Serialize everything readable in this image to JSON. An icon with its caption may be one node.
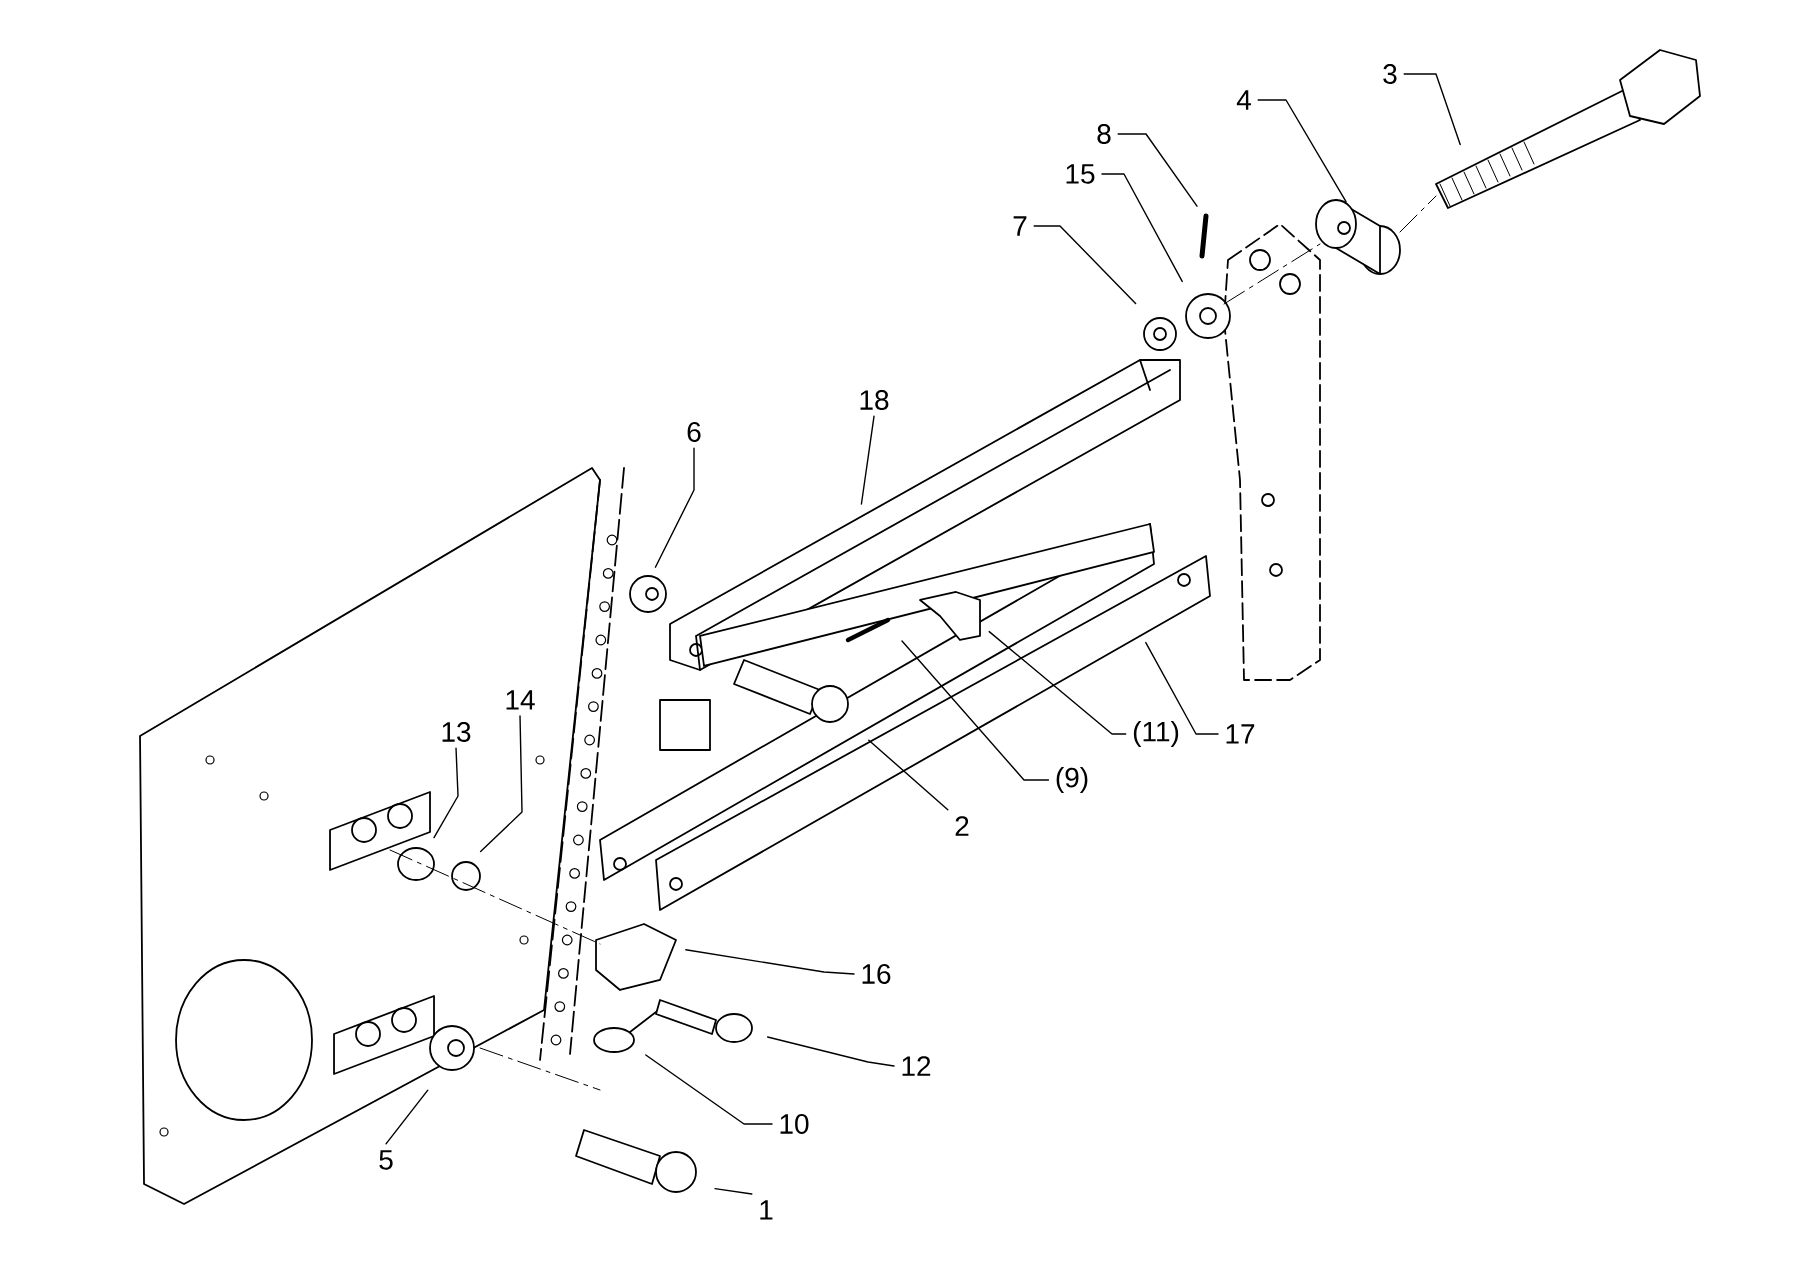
{
  "diagram": {
    "nodes": [
      {
        "text": [
          "3"
        ]
      },
      {
        "text": [
          "4"
        ]
      },
      {
        "text": [
          "8"
        ]
      },
      {
        "text": [
          "15"
        ]
      },
      {
        "text": [
          "7"
        ]
      },
      {
        "text": [
          "18"
        ]
      },
      {
        "text": [
          "6"
        ]
      },
      {
        "text": [
          "(11)"
        ]
      },
      {
        "text": [
          "17"
        ]
      },
      {
        "text": [
          "(9)"
        ]
      },
      {
        "text": [
          "2"
        ]
      },
      {
        "text": [
          "14"
        ]
      },
      {
        "text": [
          "13"
        ]
      },
      {
        "text": [
          "16"
        ]
      },
      {
        "text": [
          "12"
        ]
      },
      {
        "text": [
          "10"
        ]
      },
      {
        "text": [
          "5"
        ]
      },
      {
        "text": [
          "1"
        ]
      }
    ],
    "edges": [
      {
        "from": 0,
        "to": null,
        "arrow": "none"
      },
      {
        "from": 1,
        "to": null,
        "arrow": "none"
      },
      {
        "from": 2,
        "to": null,
        "arrow": "none"
      },
      {
        "from": 3,
        "to": null,
        "arrow": "none"
      },
      {
        "from": 4,
        "to": null,
        "arrow": "none"
      },
      {
        "from": 5,
        "to": null,
        "arrow": "none"
      },
      {
        "from": 6,
        "to": null,
        "arrow": "none"
      },
      {
        "from": 7,
        "to": null,
        "arrow": "none"
      },
      {
        "from": 8,
        "to": null,
        "arrow": "none"
      },
      {
        "from": 9,
        "to": null,
        "arrow": "none"
      },
      {
        "from": 10,
        "to": null,
        "arrow": "none"
      },
      {
        "from": 11,
        "to": null,
        "arrow": "none"
      },
      {
        "from": 12,
        "to": null,
        "arrow": "none"
      },
      {
        "from": 13,
        "to": null,
        "arrow": "none"
      },
      {
        "from": 14,
        "to": null,
        "arrow": "none"
      },
      {
        "from": 15,
        "to": null,
        "arrow": "none"
      },
      {
        "from": 16,
        "to": null,
        "arrow": "none"
      },
      {
        "from": 17,
        "to": null,
        "arrow": "none"
      }
    ]
  }
}
